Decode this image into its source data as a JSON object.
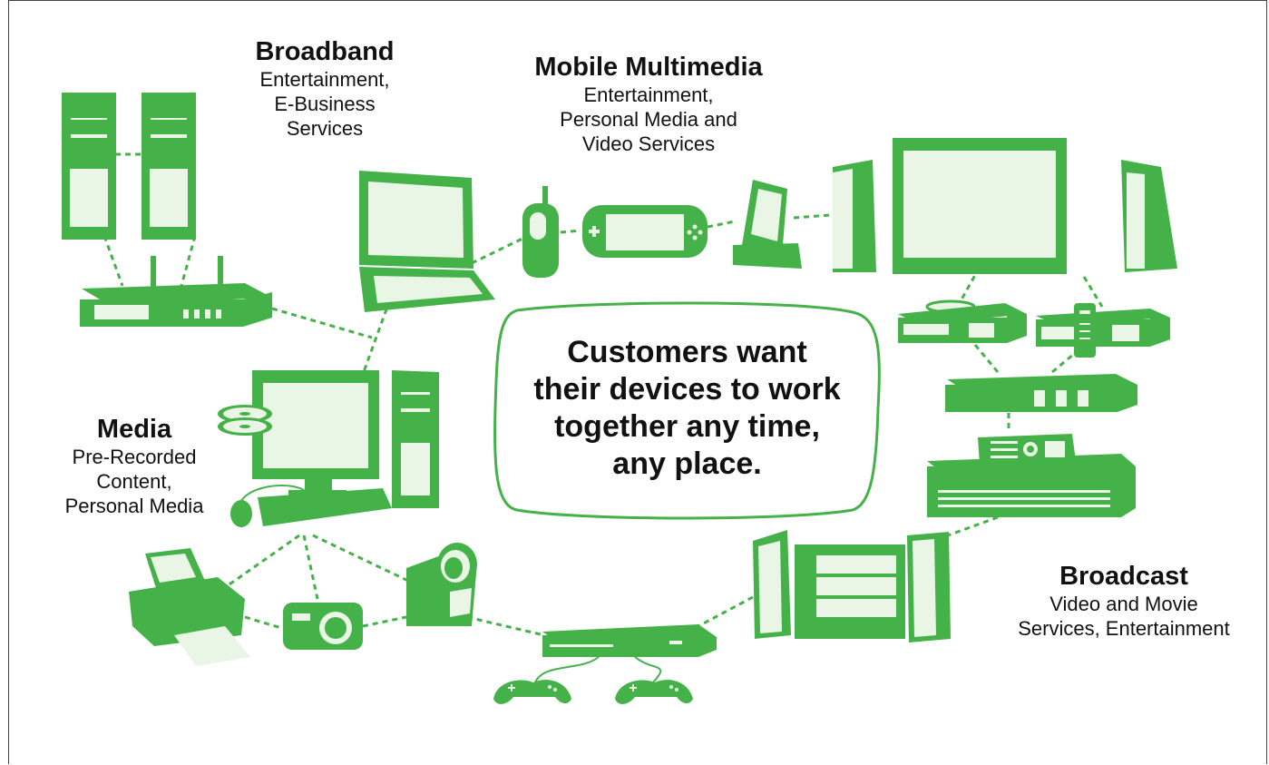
{
  "colors": {
    "device": "#45b249",
    "screen": "#e9f6e6",
    "connector": "#45b249",
    "text": "#111111",
    "bubble_border": "#45b249"
  },
  "center": {
    "text": "Customers want\ntheir devices to work\ntogether any time,\nany place."
  },
  "groups": {
    "broadband": {
      "title": "Broadband",
      "desc": "Entertainment,\nE-Business\nServices"
    },
    "mobile": {
      "title": "Mobile Multimedia",
      "desc": "Entertainment,\nPersonal Media and\nVideo Services"
    },
    "media": {
      "title": "Media",
      "desc": "Pre-Recorded\nContent,\nPersonal Media"
    },
    "broadcast": {
      "title": "Broadcast",
      "desc": "Video and Movie\nServices, Entertainment"
    }
  },
  "device_icons": [
    "server-tower-icon",
    "router-icon",
    "laptop-icon",
    "cell-phone-icon",
    "handheld-game-icon",
    "pda-icon",
    "home-theater-tv-icon",
    "dvd-player-icon",
    "set-top-box-icon",
    "hub-icon",
    "av-receiver-icon",
    "remote-control-icon",
    "desktop-pc-icon",
    "cd-discs-icon",
    "mouse-icon",
    "keyboard-icon",
    "printer-icon",
    "digital-camera-icon",
    "camcorder-icon",
    "game-console-icon",
    "gamepad-icon",
    "stereo-system-icon"
  ]
}
